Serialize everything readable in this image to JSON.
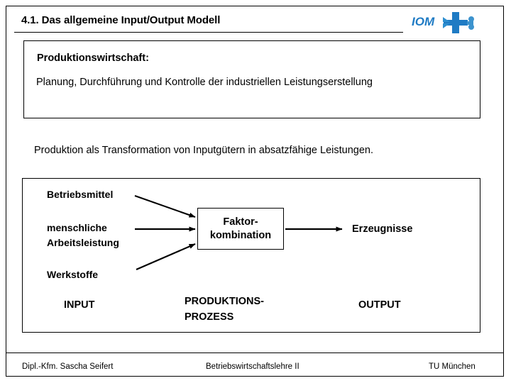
{
  "slide": {
    "title": "4.1. Das allgemeine Input/Output Modell",
    "logo": {
      "text": "IOM",
      "icon": "cross-plus-icon",
      "color": "#1F7BC4"
    }
  },
  "definition": {
    "heading": "Produktionswirtschaft:",
    "body": "Planung, Durchführung und Kontrolle der industriellen Leistungserstellung"
  },
  "intro": {
    "paragraph": "Produktion als Transformation von Inputgütern in absatzfähige Leistungen."
  },
  "diagram": {
    "inputs": [
      {
        "label": "Betriebsmittel"
      },
      {
        "label": "menschliche"
      },
      {
        "label": "Arbeitsleistung"
      },
      {
        "label": "Werkstoffe"
      }
    ],
    "process_box": {
      "line1": "Faktor-",
      "line2": "kombination"
    },
    "output": {
      "label": "Erzeugnisse"
    },
    "stages": {
      "input": "INPUT",
      "process_line1": "PRODUKTIONS-",
      "process_line2": "PROZESS",
      "output": "OUTPUT"
    }
  },
  "footer": {
    "author": "Dipl.-Kfm. Sascha Seifert",
    "course": "Betriebswirtschaftslehre II",
    "organization": "TU München"
  }
}
